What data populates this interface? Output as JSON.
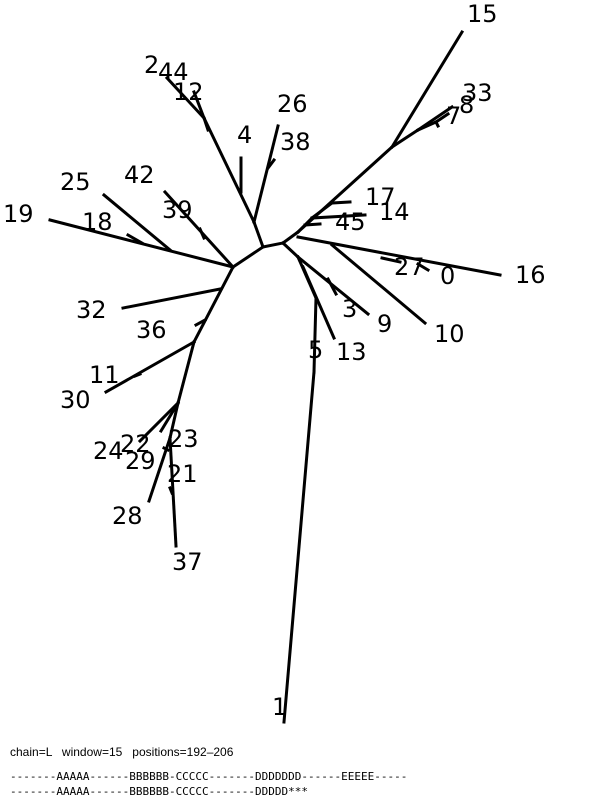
{
  "tree": {
    "leaves": [
      {
        "id": "n15",
        "label": "15"
      },
      {
        "id": "n33",
        "label": "33"
      },
      {
        "id": "n8",
        "label": "8"
      },
      {
        "id": "n7",
        "label": "7"
      },
      {
        "id": "n2",
        "label": "2"
      },
      {
        "id": "n44",
        "label": "44"
      },
      {
        "id": "n12",
        "label": "12"
      },
      {
        "id": "n26",
        "label": "26"
      },
      {
        "id": "n4",
        "label": "4"
      },
      {
        "id": "n38",
        "label": "38"
      },
      {
        "id": "n17",
        "label": "17"
      },
      {
        "id": "n14",
        "label": "14"
      },
      {
        "id": "n45",
        "label": "45"
      },
      {
        "id": "n25",
        "label": "25"
      },
      {
        "id": "n42",
        "label": "42"
      },
      {
        "id": "n19",
        "label": "19"
      },
      {
        "id": "n18",
        "label": "18"
      },
      {
        "id": "n39",
        "label": "39"
      },
      {
        "id": "n27",
        "label": "27"
      },
      {
        "id": "n0",
        "label": "0"
      },
      {
        "id": "n16",
        "label": "16"
      },
      {
        "id": "n3",
        "label": "3"
      },
      {
        "id": "n9",
        "label": "9"
      },
      {
        "id": "n10",
        "label": "10"
      },
      {
        "id": "n32",
        "label": "32"
      },
      {
        "id": "n36",
        "label": "36"
      },
      {
        "id": "n5",
        "label": "5"
      },
      {
        "id": "n13",
        "label": "13"
      },
      {
        "id": "n11",
        "label": "11"
      },
      {
        "id": "n30",
        "label": "30"
      },
      {
        "id": "n24",
        "label": "24"
      },
      {
        "id": "n22",
        "label": "22"
      },
      {
        "id": "n23",
        "label": "23"
      },
      {
        "id": "n29",
        "label": "29"
      },
      {
        "id": "n21",
        "label": "21"
      },
      {
        "id": "n28",
        "label": "28"
      },
      {
        "id": "n37",
        "label": "37"
      },
      {
        "id": "n1",
        "label": "1"
      }
    ]
  },
  "footer": {
    "info": "chain=L   window=15   positions=192–206",
    "seq_line_1": "-------AAAAA------BBBBBB-CCCCC-------DDDDDDD------EEEEE-----",
    "seq_line_2": "-------AAAAA------BBBBBB-CCCCC-------DDDDD***"
  }
}
